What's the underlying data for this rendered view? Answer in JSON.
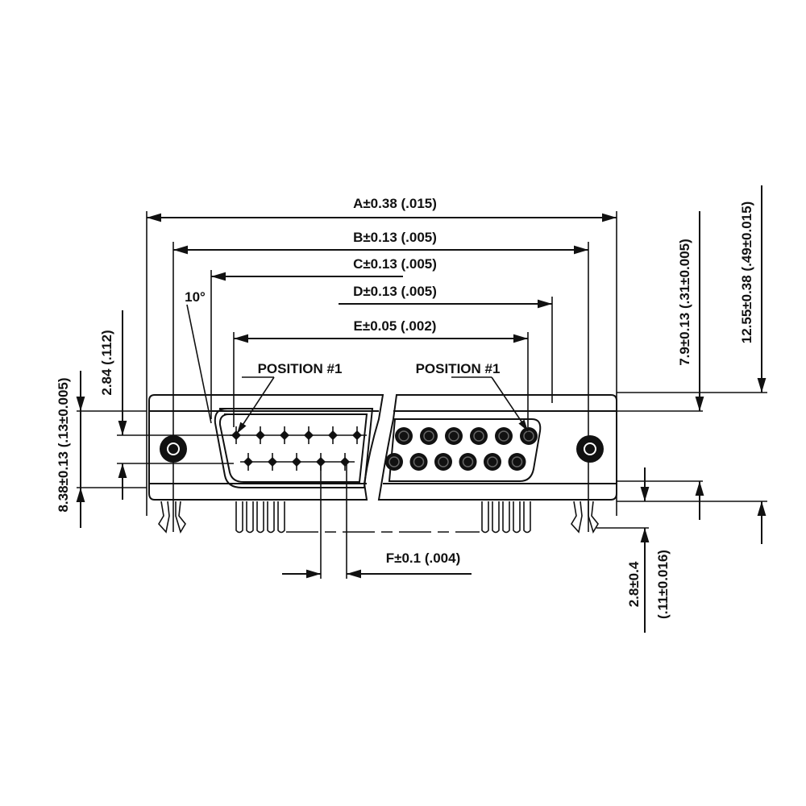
{
  "dimensions": {
    "A": "A±0.38 (.015)",
    "B": "B±0.13 (.005)",
    "C": "C±0.13 (.005)",
    "D": "D±0.13 (.005)",
    "E": "E±0.05 (.002)",
    "F": "F±0.1 (.004)",
    "angle": "10°",
    "left_height": "8.38±0.13 (.13±0.005)",
    "left_offset": "2.84 (.112)",
    "right_height": "7.9±0.13 (.31±0.005)",
    "overall_height": "12.55±0.38 (.49±0.015)",
    "pin_length_mm": "2.8±0.4",
    "pin_length_in": "(.11±0.016)"
  },
  "labels": {
    "position_left": "POSITION #1",
    "position_right": "POSITION #1"
  },
  "connector": {
    "top_row_contacts": 6,
    "bottom_row_contacts": 5
  }
}
